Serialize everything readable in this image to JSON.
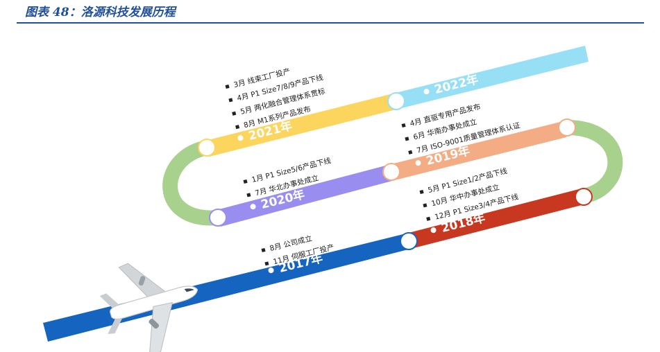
{
  "caption": "图表 48：洛源科技发展历程",
  "timeline": [
    {
      "year": "2017年",
      "color": "#1565c0",
      "items": [
        "8月 公司成立",
        "11月 伺服工厂投产"
      ]
    },
    {
      "year": "2018年",
      "color": "#c8371f",
      "items": [
        "5月 P1 Size1/2产品下线",
        "10月 华中办事处成立",
        "12月 P1 Size3/4产品下线"
      ]
    },
    {
      "year": "2019年",
      "color": "#f3ac83",
      "items": [
        "4月 直驱专用产品发布",
        "6月 华南办事处成立",
        "7月 ISO-9001质量管理体系认证"
      ]
    },
    {
      "year": "2020年",
      "color": "#9a8df0",
      "items": [
        "1月 P1 Size5/6产品下线",
        "7月 华北办事处成立"
      ]
    },
    {
      "year": "2021年",
      "color": "#fcd55e",
      "items": [
        "3月 线束工厂投产",
        "4月 P1 Size7/8/9产品下线",
        "5月 两化融合管理体系贯标",
        "8月 M1系列产品发布"
      ]
    },
    {
      "year": "2022年",
      "color": "#97dff4",
      "items": []
    }
  ],
  "curve_color": "#a9d18e",
  "icons": [
    "airplane-icon"
  ]
}
